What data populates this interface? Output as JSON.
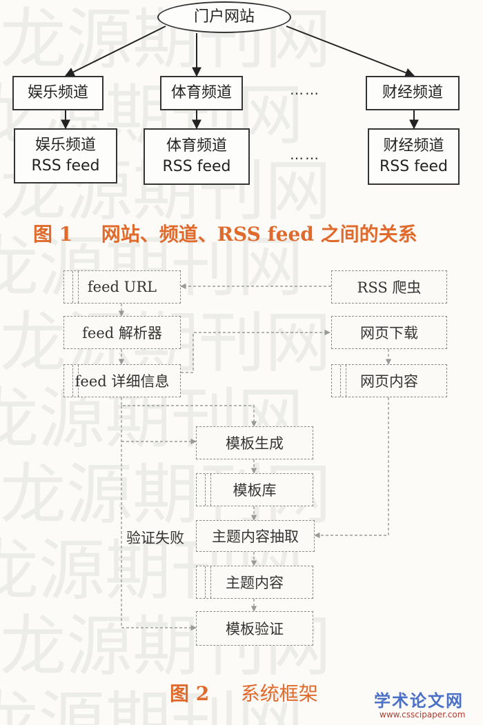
{
  "fig1": {
    "portal": "门户网站",
    "channels": [
      "娱乐频道",
      "体育频道",
      "财经频道"
    ],
    "feeds": [
      {
        "name": "娱乐频道",
        "suffix": "RSS feed"
      },
      {
        "name": "体育频道",
        "suffix": "RSS feed"
      },
      {
        "name": "财经频道",
        "suffix": "RSS feed"
      }
    ],
    "ellipsis": "……",
    "caption_num": "图 1",
    "caption_text": "网站、频道、RSS feed 之间的关系"
  },
  "fig2": {
    "feed_url": "feed URL",
    "feed_parser": "feed 解析器",
    "feed_detail": "feed 详细信息",
    "rss_crawler": "RSS 爬虫",
    "page_download": "网页下载",
    "page_content": "网页内容",
    "template_gen": "模板生成",
    "template_lib": "模板库",
    "topic_extract": "主题内容抽取",
    "topic_content": "主题内容",
    "template_verify": "模板验证",
    "verify_fail": "验证失败",
    "caption_num": "图 2",
    "caption_text": "系统框架"
  },
  "watermark": {
    "text": "龙源期刊网",
    "logo": "学术论文网",
    "url": "www.csscipaper.com"
  },
  "colors": {
    "caption": "#e06a2c",
    "logo": "#4a6fc6"
  }
}
